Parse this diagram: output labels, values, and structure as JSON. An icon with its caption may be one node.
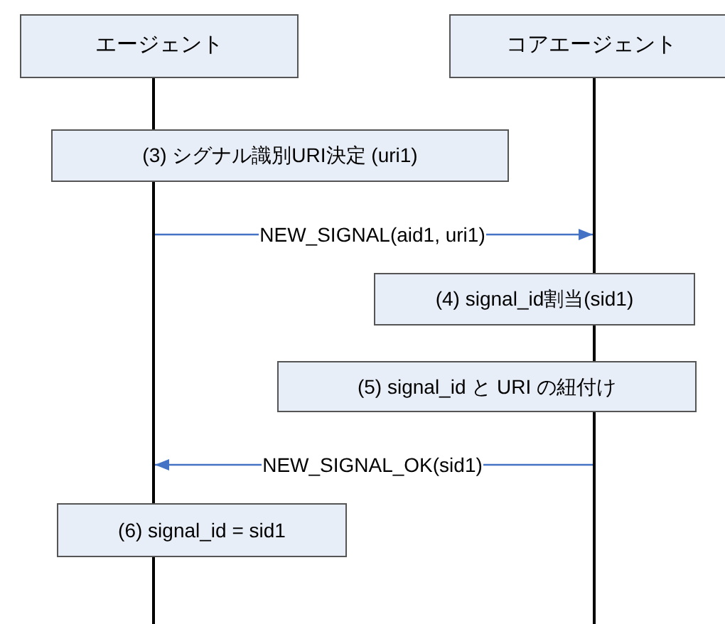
{
  "diagram": {
    "nodes": [
      {
        "text": [
          "エージェント"
        ]
      },
      {
        "text": [
          "コアエージェント"
        ]
      },
      {
        "text": [
          "(3) シグナル識別URI決定 (uri1)"
        ]
      },
      {
        "text": [
          "(4) signal_id割当(sid1)"
        ]
      },
      {
        "text": [
          "(5) signal_id と URI の紐付け"
        ]
      },
      {
        "text": [
          "(6) signal_id = sid1"
        ]
      },
      {
        "text": [],
        "shape": "bar"
      },
      {
        "text": [],
        "shape": "bar"
      }
    ],
    "edges": [
      {
        "from": 6,
        "to": 7,
        "arrow": "to",
        "label": "NEW_SIGNAL(aid1, uri1)",
        "color": "#4472c4"
      },
      {
        "from": 7,
        "to": 6,
        "arrow": "to",
        "label": "NEW_SIGNAL_OK(sid1)",
        "color": "#4472c4"
      }
    ]
  }
}
